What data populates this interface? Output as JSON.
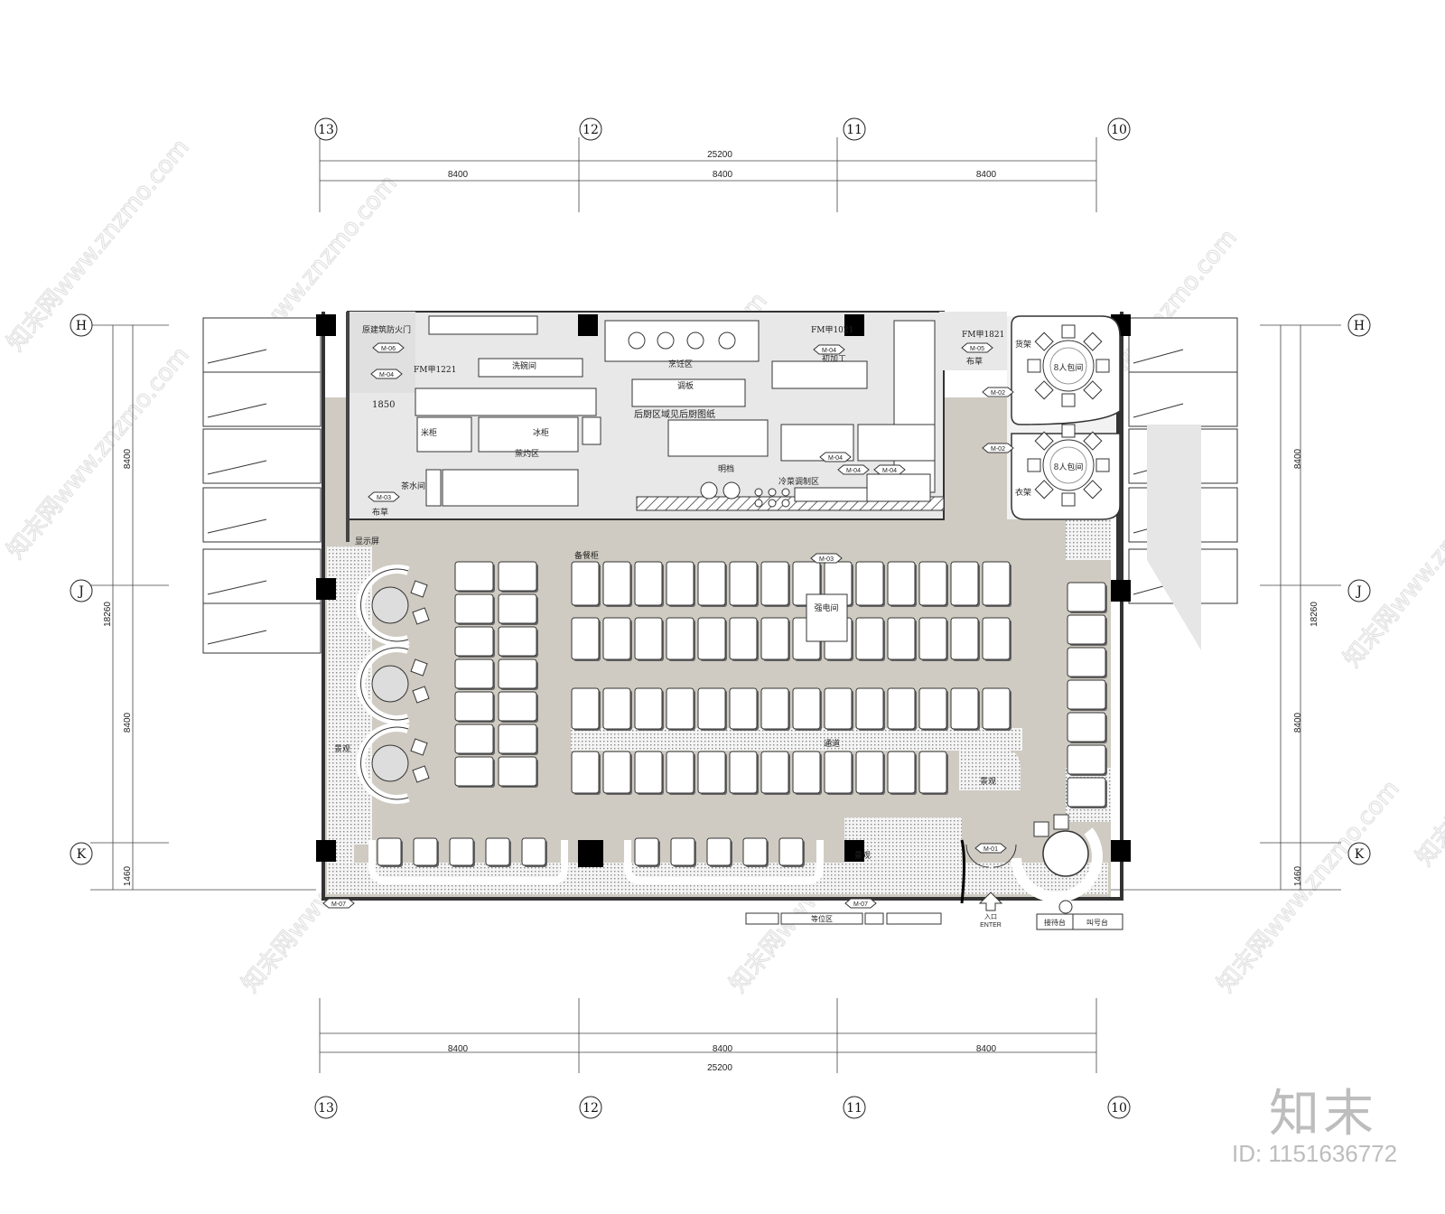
{
  "axes": {
    "columns": [
      "13",
      "12",
      "11",
      "10"
    ],
    "rows": [
      "H",
      "J",
      "K"
    ]
  },
  "dimensions": {
    "top_total": "25200",
    "top_spans": [
      "8400",
      "8400",
      "8400"
    ],
    "bottom_total": "25200",
    "bottom_spans": [
      "8400",
      "8400",
      "8400"
    ],
    "left_total": "18260",
    "left_spans": [
      "8400",
      "8400",
      "1460"
    ],
    "right_total": "18260",
    "right_spans": [
      "8400",
      "8400",
      "1460"
    ],
    "corridor_width": "1850"
  },
  "kitchen": {
    "fire_door": "原建筑防火门",
    "door_fm1221": "FM甲1221",
    "door_fm1021": "FM甲1021",
    "door_fm1821": "FM甲1821",
    "dish_room": "洗碗间",
    "cooking_zone": "烹饪区",
    "counter": "调板",
    "note": "后厨区域见后厨图纸",
    "prep": "初加工",
    "steam_zone": "蒸灼区",
    "rice": "米柜",
    "freezer": "冰柜",
    "open_stall": "明档",
    "cold_room": "冷菜调制区",
    "tea_room": "茶水间",
    "rack": "货架"
  },
  "tags": {
    "m01": "M-01",
    "m02": "M-02",
    "m03": "M-03",
    "m04": "M-04",
    "m05": "M-05",
    "m06": "M-06",
    "m07": "M-07"
  },
  "dining": {
    "private_room_1": "8人包间",
    "private_room_2": "8人包间",
    "coat_rack": "衣架",
    "electric_room": "强电间",
    "entrance_cn": "入口",
    "entrance_en": "ENTER",
    "waiting_area": "等位区",
    "reception": "接待台",
    "call_desk": "叫号台",
    "landscape": "景观",
    "display_screen": "显示屏",
    "water_station": "备餐柜",
    "toilet_label": "布草",
    "aisle_label": "通道"
  },
  "watermark": {
    "text": "知末网www.znzmo.com",
    "brand": "知末",
    "id": "ID: 1151636772"
  }
}
